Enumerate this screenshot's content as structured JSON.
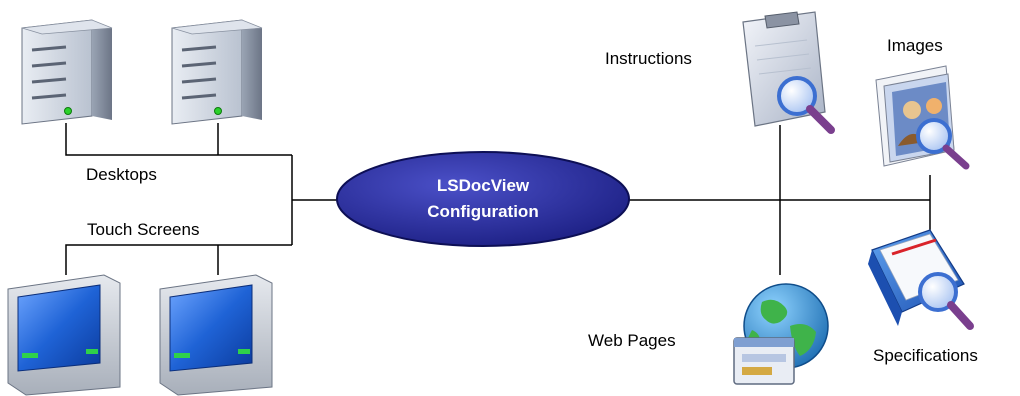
{
  "hub": {
    "line1": "LSDocView",
    "line2": "Configuration"
  },
  "labels": {
    "desktops": "Desktops",
    "touch_screens": "Touch Screens",
    "instructions": "Instructions",
    "images": "Images",
    "web_pages": "Web Pages",
    "specifications": "Specifications"
  },
  "colors": {
    "hub_fill": "#2b2f9e",
    "hub_edge": "#0d0f55",
    "line": "#000000",
    "tower": "#c9d0dc",
    "monitor_screen": "#1f63d6",
    "globe": "#2e8fd0",
    "magnifier": "#3c6fd1"
  },
  "icons": {
    "desktops": "server-tower-icon",
    "touch_screens": "monitor-icon",
    "instructions": "clipboard-search-icon",
    "images": "image-search-icon",
    "web_pages": "globe-web-icon",
    "specifications": "folder-search-icon"
  }
}
